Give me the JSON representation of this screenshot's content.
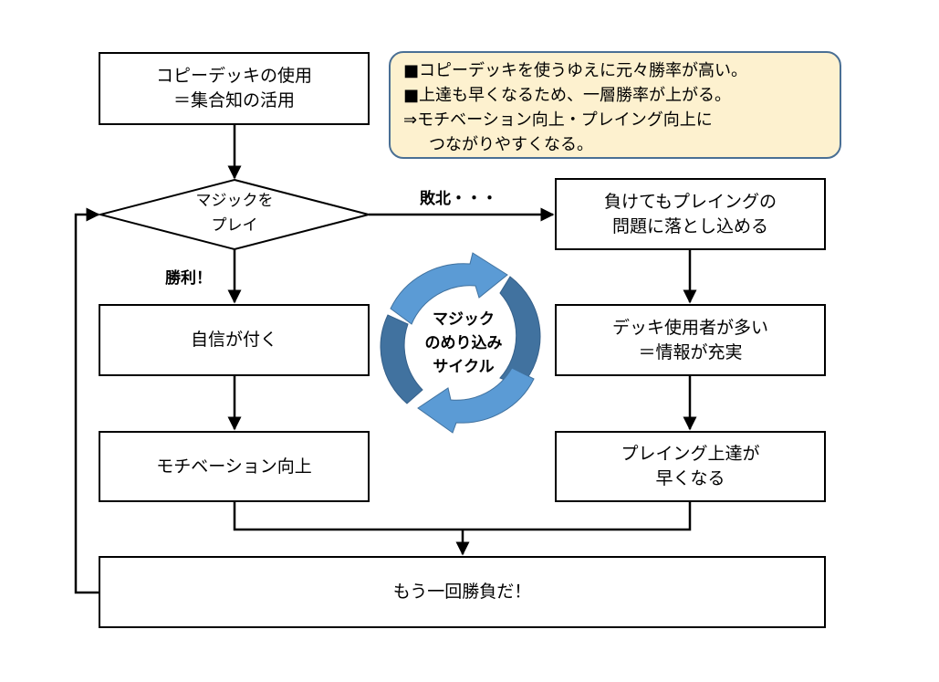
{
  "nodes": {
    "copy_deck": {
      "line1": "コピーデッキの使用",
      "line2": "＝集合知の活用"
    },
    "play_magic": {
      "line1": "マジックを",
      "line2": "プレイ"
    },
    "confidence": {
      "line1": "自信が付く"
    },
    "motivation": {
      "line1": "モチベーション向上"
    },
    "analyze_loss": {
      "line1": "負けてもプレイングの",
      "line2": "問題に落とし込める"
    },
    "many_users": {
      "line1": "デッキ使用者が多い",
      "line2": "＝情報が充実"
    },
    "improve_fast": {
      "line1": "プレイング上達が",
      "line2": "早くなる"
    },
    "play_again": {
      "line1": "もう一回勝負だ！"
    }
  },
  "edge_labels": {
    "lose": "敗北・・・",
    "win": "勝利！"
  },
  "note": {
    "line1": "■コピーデッキを使うゆえに元々勝率が高い。",
    "line2": "■上達も早くなるため、一層勝率が上がる。",
    "line3": "⇒モチベーション向上・プレイング向上に",
    "line4": "つながりやすくなる。"
  },
  "cycle": {
    "line1": "マジック",
    "line2": "のめり込み",
    "line3": "サイクル"
  },
  "colors": {
    "note_fill": "#fdf1cf",
    "note_border": "#4a6f94",
    "arrow_light": "#5b9bd5",
    "arrow_dark": "#41729f"
  }
}
